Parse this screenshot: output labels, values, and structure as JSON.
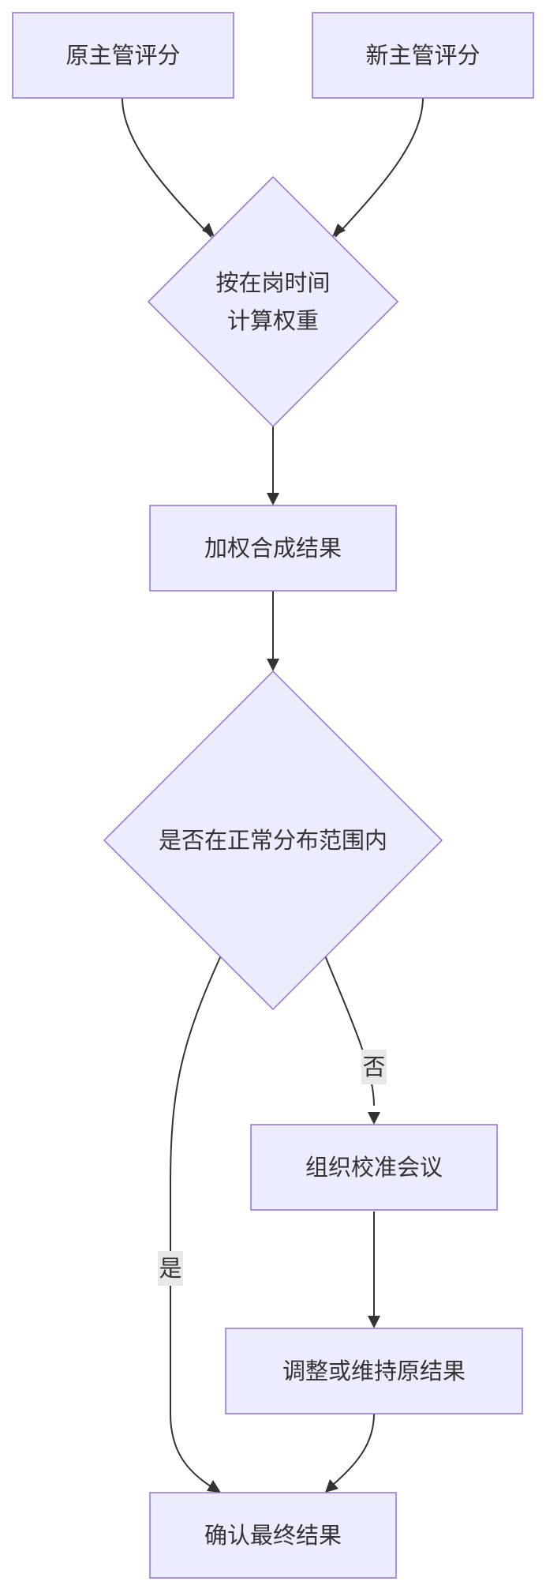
{
  "nodes": {
    "original_manager_score": "原主管评分",
    "new_manager_score": "新主管评分",
    "weight_by_tenure_line1": "按在岗时间",
    "weight_by_tenure_line2": "计算权重",
    "weighted_result": "加权合成结果",
    "within_normal_distribution": "是否在正常分布范围内",
    "calibration_meeting": "组织校准会议",
    "adjust_or_keep": "调整或维持原结果",
    "confirm_final_result": "确认最终结果"
  },
  "edge_labels": {
    "no": "否",
    "yes": "是"
  },
  "colors": {
    "node_fill": "#ECECFF",
    "node_stroke": "#9370DB",
    "edge": "#333333",
    "label_bg": "#E8E8E8"
  }
}
